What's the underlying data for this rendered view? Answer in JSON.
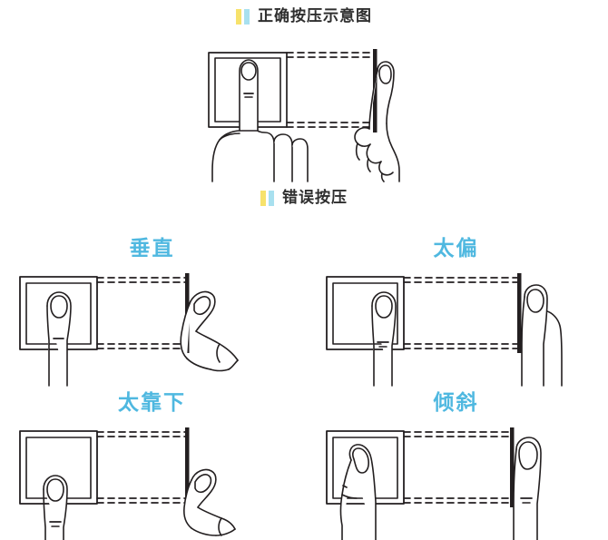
{
  "document": {
    "type": "fingerprint-press-instruction-diagram",
    "background_color": "#ffffff"
  },
  "headings": {
    "correct": {
      "text": "正确按压示意图",
      "color": "#2f2f2f",
      "bar_colors": [
        "#f7e26b",
        "#a8e0ef"
      ]
    },
    "wrong": {
      "text": "错误按压",
      "color": "#2f2f2f",
      "bar_colors": [
        "#f7e26b",
        "#a8e0ef"
      ]
    }
  },
  "main_figure": {
    "name": "correct-press-illustration",
    "description": "front view of index finger centered on square fingerprint sensor with dashed alignment lines leading to side view of finger flat against vertical bar"
  },
  "wrong_examples": [
    {
      "label": "垂直",
      "label_color": "#4fb8e0",
      "figure_name": "wrong-press-vertical",
      "description": "finger held vertical, side view finger angled away from sensor surface"
    },
    {
      "label": "太偏",
      "label_color": "#4fb8e0",
      "figure_name": "wrong-press-too-far-off-center",
      "description": "finger shifted to the right edge of the sensor square"
    },
    {
      "label": "太靠下",
      "label_color": "#4fb8e0",
      "figure_name": "wrong-press-too-low",
      "description": "finger placed too low, only fingertip touching bottom of sensor"
    },
    {
      "label": "倾斜",
      "label_color": "#4fb8e0",
      "figure_name": "wrong-press-tilted",
      "description": "finger tilted diagonally across the sensor square"
    }
  ],
  "line_style": {
    "stroke_color": "#231f20",
    "dash_color": "#231f20",
    "bar_color": "#231f20"
  }
}
